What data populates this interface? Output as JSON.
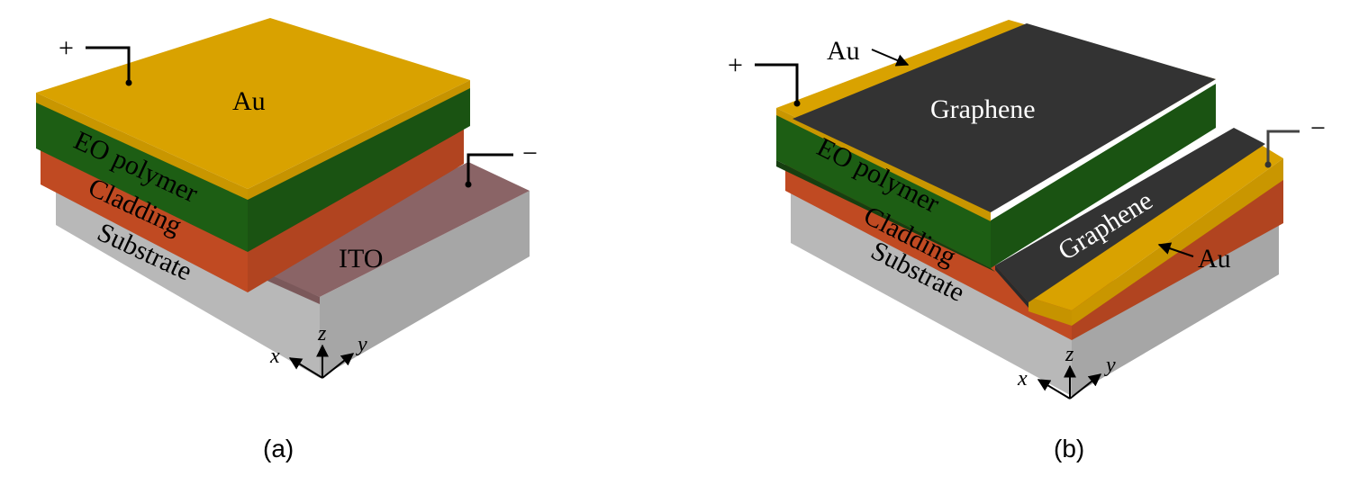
{
  "colors": {
    "gold": "#d9a200",
    "gold_side": "#c99600",
    "green": "#1d5e14",
    "green_dark": "#1a5312",
    "cladding": "#c04a22",
    "cladding_dark": "#b14420",
    "substrate": "#b8b8b8",
    "substrate_dark": "#a6a6a6",
    "ito": "#8a6466",
    "graphene": "#333333"
  },
  "panel_a": {
    "caption": "(a)",
    "plus": "+",
    "minus": "−",
    "layers": {
      "top_electrode": "Au",
      "eo_polymer": "EO polymer",
      "cladding": "Cladding",
      "substrate": "Substrate",
      "bottom_electrode": "ITO"
    },
    "axes": {
      "x": "x",
      "y": "y",
      "z": "z"
    }
  },
  "panel_b": {
    "caption": "(b)",
    "plus": "+",
    "minus": "−",
    "layers": {
      "top_electrode": "Graphene",
      "top_contact": "Au",
      "eo_polymer": "EO polymer",
      "cladding": "Cladding",
      "substrate": "Substrate",
      "bottom_electrode": "Graphene",
      "bottom_contact": "Au"
    },
    "axes": {
      "x": "x",
      "y": "y",
      "z": "z"
    }
  }
}
